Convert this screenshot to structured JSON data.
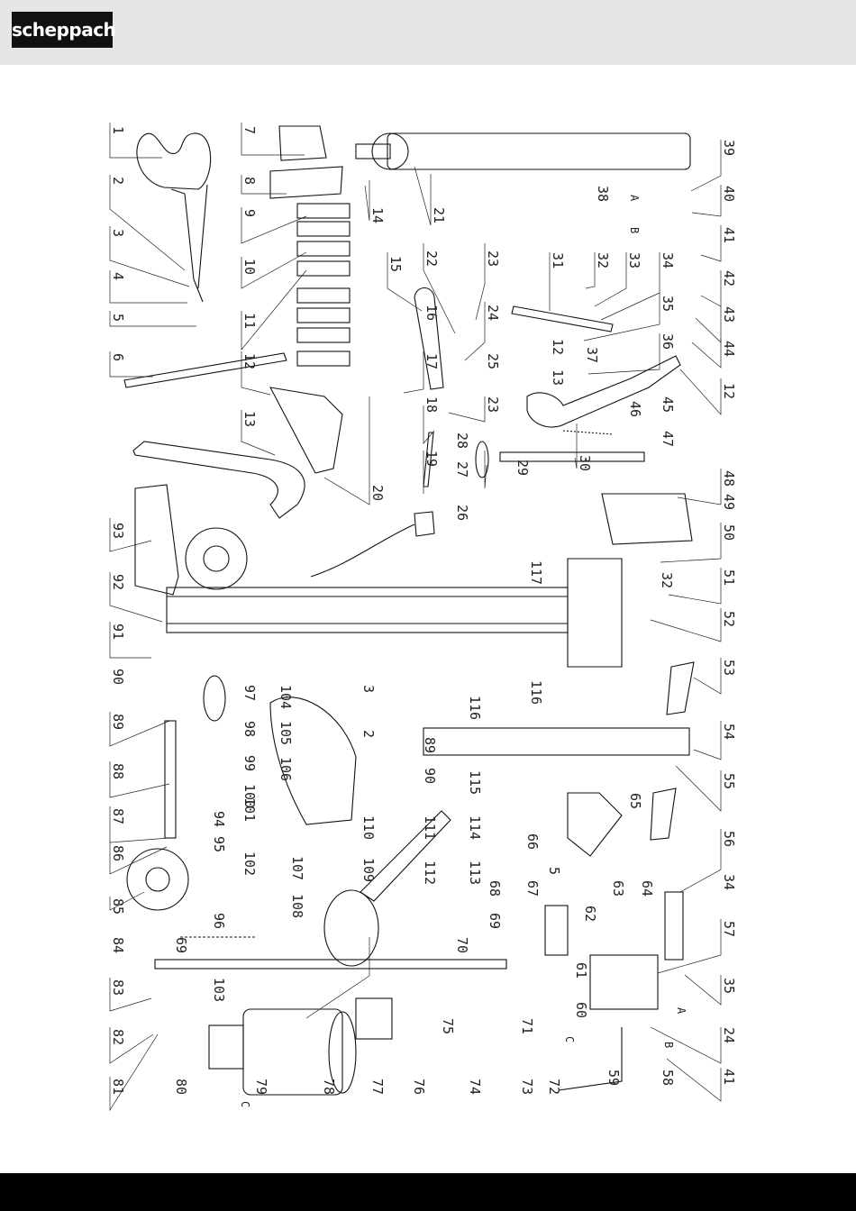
{
  "brand": {
    "logo_text": "scheppach"
  },
  "callouts": {
    "c1": "1",
    "c2": "2",
    "c3": "3",
    "c4": "4",
    "c5": "5",
    "c6": "6",
    "c7": "7",
    "c8": "8",
    "c9": "9",
    "c10": "10",
    "c11": "11",
    "c12": "12",
    "c13": "13",
    "c14": "14",
    "c15": "15",
    "c16": "16",
    "c17": "17",
    "c18": "18",
    "c19": "19",
    "c20": "20",
    "c21": "21",
    "c22": "22",
    "c23": "23",
    "c24": "24",
    "c25": "25",
    "c26": "26",
    "c27": "27",
    "c28": "28",
    "c29": "29",
    "c30": "30",
    "c31": "31",
    "c32": "32",
    "c33": "33",
    "c34": "34",
    "c35": "35",
    "c36": "36",
    "c37": "37",
    "c38": "38",
    "c39": "39",
    "c40": "40",
    "c41": "41",
    "c42": "42",
    "c43": "43",
    "c44": "44",
    "c45": "45",
    "c46": "46",
    "c47": "47",
    "c48": "48",
    "c49": "49",
    "c50": "50",
    "c51": "51",
    "c52": "52",
    "c53": "53",
    "c54": "54",
    "c55": "55",
    "c56": "56",
    "c57": "57",
    "c58": "58",
    "c59": "59",
    "c60": "60",
    "c61": "61",
    "c62": "62",
    "c63": "63",
    "c64": "64",
    "c65": "65",
    "c66": "66",
    "c67": "67",
    "c68": "68",
    "c69": "69",
    "c70": "70",
    "c71": "71",
    "c72": "72",
    "c73": "73",
    "c74": "74",
    "c75": "75",
    "c76": "76",
    "c77": "77",
    "c78": "78",
    "c79": "79",
    "c80": "80",
    "c81": "81",
    "c82": "82",
    "c83": "83",
    "c84": "84",
    "c85": "85",
    "c86": "86",
    "c87": "87",
    "c88": "88",
    "c89": "89",
    "c90": "90",
    "c91": "91",
    "c92": "92",
    "c93": "93",
    "c94": "94",
    "c95": "95",
    "c96": "96",
    "c97": "97",
    "c98": "98",
    "c99": "99",
    "c100": "100",
    "c101": "101",
    "c102": "102",
    "c103": "103",
    "c104": "104",
    "c105": "105",
    "c106": "106",
    "c107": "107",
    "c108": "108",
    "c109": "109",
    "c110": "110",
    "c111": "111",
    "c112": "112",
    "c113": "113",
    "c114": "114",
    "c115": "115",
    "c116": "116",
    "c117": "117"
  },
  "hose_marks": {
    "a": "A",
    "b": "B",
    "c": "C"
  }
}
